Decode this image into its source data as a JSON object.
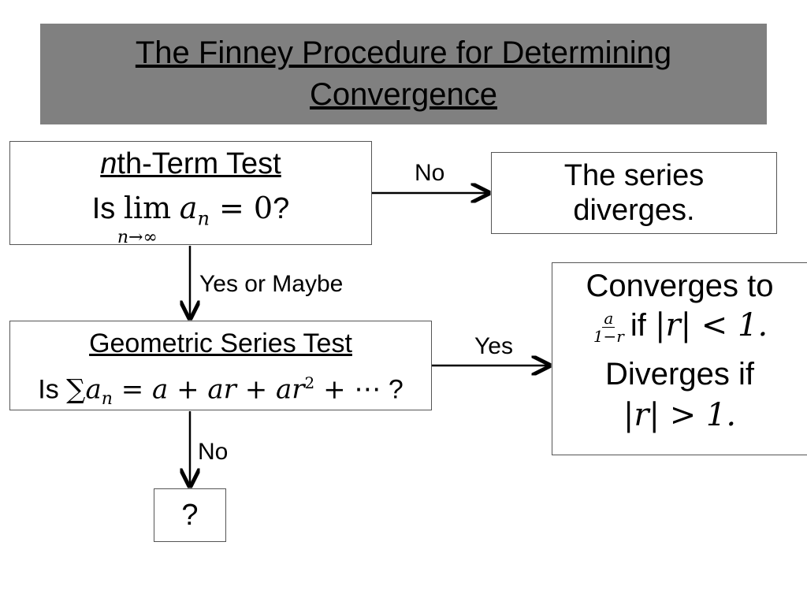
{
  "title": {
    "line1": "The Finney Procedure for Determining",
    "line2": "Convergence"
  },
  "nth_term_box": {
    "heading_italic": "n",
    "heading_rest": "th-Term Test",
    "question_prefix": "Is",
    "limit_op": "lim",
    "limit_sub": "n→∞",
    "expr": "a",
    "expr_sub": "n",
    "equals": " = 0",
    "question_mark": "?"
  },
  "diverges_box": {
    "line1": "The series",
    "line2": "diverges."
  },
  "geometric_box": {
    "heading": "Geometric Series Test",
    "question_prefix": "Is",
    "sum_symbol": "∑",
    "term": "a",
    "term_sub": "n",
    "rhs": " = a + ar + ar",
    "rhs_sup": "2",
    "rhs_tail": " + ⋯",
    "question_mark": " ?"
  },
  "convergence_box": {
    "line1": "Converges to",
    "frac_num": "a",
    "frac_den": "1−r",
    "cond1_word": "if",
    "cond1_math": "|r| < 1.",
    "line3": "Diverges if",
    "cond2_math": "|r| > 1."
  },
  "unknown_box": {
    "text": "?"
  },
  "edge_labels": {
    "no_1": "No",
    "yes_or_maybe": "Yes or Maybe",
    "yes": "Yes",
    "no_2": "No"
  },
  "colors": {
    "title_bar": "#808080",
    "box_border": "#555555",
    "arrow": "#000000"
  }
}
